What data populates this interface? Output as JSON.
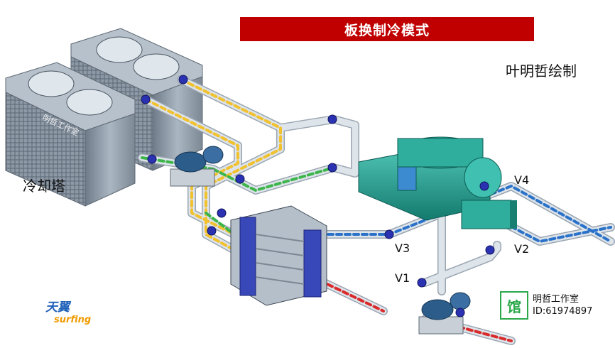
{
  "title": "板换制冷模式",
  "author": "叶明哲绘制",
  "labels": {
    "cooling_tower": "冷却塔",
    "v1": "V1",
    "v2": "V2",
    "v3": "V3",
    "v4": "V4"
  },
  "logo": {
    "main": "天翼",
    "sub": "surfing"
  },
  "stamp": {
    "glyph": "馆",
    "line1": "明哲工作室",
    "line2": "ID:61974897"
  },
  "watermark": "明哲工作室",
  "colors": {
    "banner": "#c00000",
    "cooling_supply": "#f2c12e",
    "cooling_return": "#3cb54a",
    "chilled_supply": "#d92b2b",
    "chilled_return": "#2a72c9",
    "pipe": "#c9d2dc",
    "valve": "#2b32b2",
    "chiller": "#1f9d8e",
    "exchanger": "#3948b8"
  }
}
